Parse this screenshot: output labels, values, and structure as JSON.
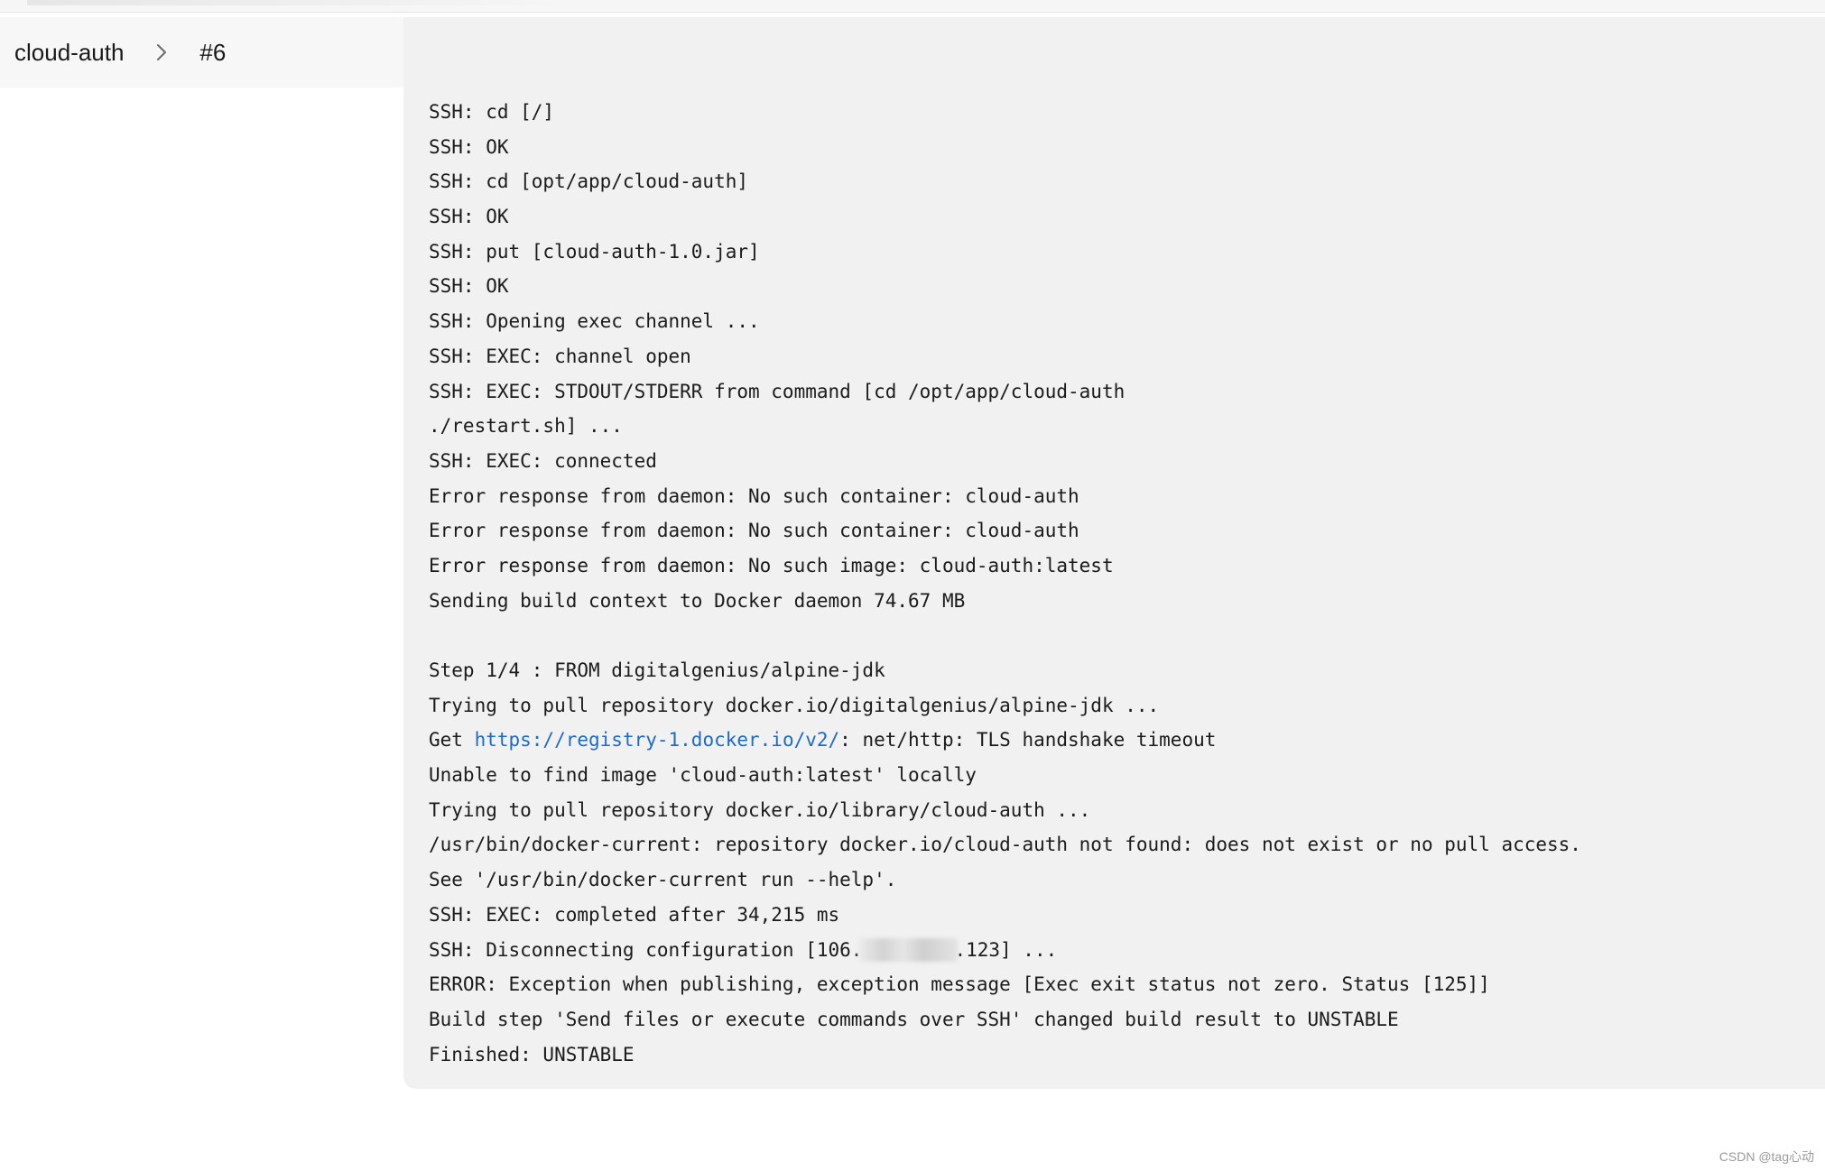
{
  "breadcrumb": {
    "job": "cloud-auth",
    "build": "#6"
  },
  "console": {
    "lines": [
      "SSH: cd [/]",
      "SSH: OK",
      "SSH: cd [opt/app/cloud-auth]",
      "SSH: OK",
      "SSH: put [cloud-auth-1.0.jar]",
      "SSH: OK",
      "SSH: Opening exec channel ...",
      "SSH: EXEC: channel open",
      "SSH: EXEC: STDOUT/STDERR from command [cd /opt/app/cloud-auth",
      "./restart.sh] ...",
      "SSH: EXEC: connected",
      "Error response from daemon: No such container: cloud-auth",
      "Error response from daemon: No such container: cloud-auth",
      "Error response from daemon: No such image: cloud-auth:latest",
      "Sending build context to Docker daemon 74.67 MB",
      "",
      "Step 1/4 : FROM digitalgenius/alpine-jdk",
      "Trying to pull repository docker.io/digitalgenius/alpine-jdk ..."
    ],
    "get_line": {
      "prefix": "Get ",
      "link": "https://registry-1.docker.io/v2/",
      "suffix": ": net/http: TLS handshake timeout"
    },
    "lines_after_get": [
      "Unable to find image 'cloud-auth:latest' locally",
      "Trying to pull repository docker.io/library/cloud-auth ...",
      "/usr/bin/docker-current: repository docker.io/cloud-auth not found: does not exist or no pull access.",
      "See '/usr/bin/docker-current run --help'.",
      "SSH: EXEC: completed after 34,215 ms"
    ],
    "disconnect_line": {
      "prefix": "SSH: Disconnecting configuration [106.",
      "suffix": ".123] ..."
    },
    "final_lines": [
      "ERROR: Exception when publishing, exception message [Exec exit status not zero. Status [125]]",
      "Build step 'Send files or execute commands over SSH' changed build result to UNSTABLE",
      "Finished: UNSTABLE"
    ]
  },
  "watermark": "CSDN @tag心动",
  "icons": {
    "breadcrumb_separator": "chevron-right-icon"
  },
  "colors": {
    "link": "#1c6bc4",
    "console_bg": "#f1f1f1",
    "header_bg": "#f7f7f7"
  }
}
